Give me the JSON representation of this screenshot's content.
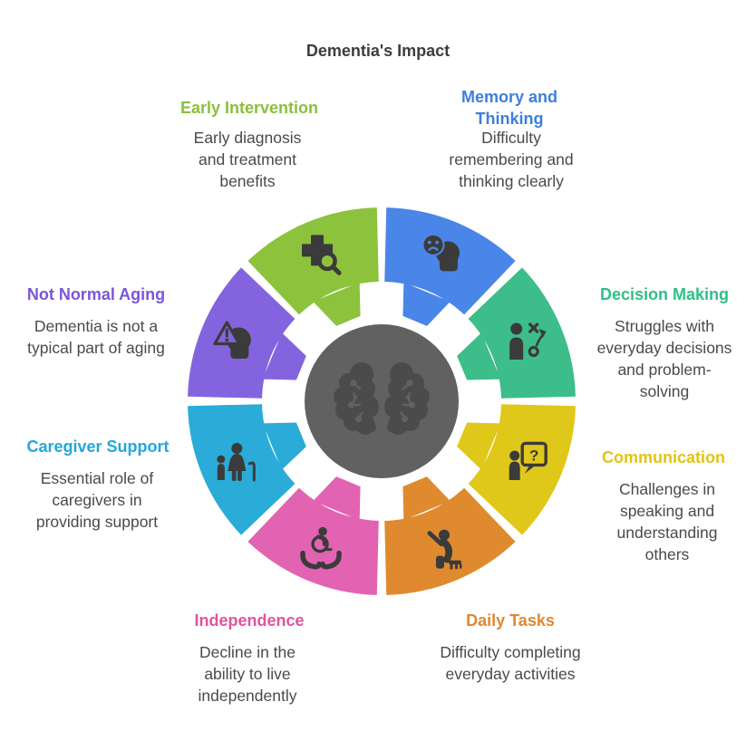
{
  "title": "Dementia's Impact",
  "colors": {
    "background": "#ffffff",
    "body_text": "#4d484b",
    "title_text": "#3e3c3f",
    "center_circle": "#616161",
    "brain_icon": "#4b4b4b",
    "segment_icon": "#3b3b3b"
  },
  "center": {
    "icon": "brain-icon"
  },
  "segments": [
    {
      "id": "memory-thinking",
      "label": "Memory and Thinking",
      "description": "Difficulty remembering and thinking clearly",
      "color": "#4a86e8",
      "label_color": "#3d7edc",
      "icon": "sad-face-head-icon"
    },
    {
      "id": "decision-making",
      "label": "Decision Making",
      "description": "Struggles with everyday decisions and problem-solving",
      "color": "#3dbd8a",
      "label_color": "#2fbf87",
      "icon": "strategy-person-icon"
    },
    {
      "id": "communication",
      "label": "Communication",
      "description": "Challenges in speaking and understanding others",
      "color": "#e0c81b",
      "label_color": "#e2c414",
      "icon": "question-bubble-person-icon"
    },
    {
      "id": "daily-tasks",
      "label": "Daily Tasks",
      "description": "Difficulty completing everyday activities",
      "color": "#e08a30",
      "label_color": "#e0872e",
      "icon": "household-task-person-icon"
    },
    {
      "id": "independence",
      "label": "Independence",
      "description": "Decline in the ability to live independently",
      "color": "#e263b2",
      "label_color": "#df549e",
      "icon": "hands-wheelchair-icon"
    },
    {
      "id": "caregiver-support",
      "label": "Caregiver Support",
      "description": "Essential role of caregivers in providing support",
      "color": "#2aabd8",
      "label_color": "#22a7db",
      "icon": "caregiver-family-icon"
    },
    {
      "id": "not-normal-aging",
      "label": "Not Normal Aging",
      "description": "Dementia is not a typical part of aging",
      "color": "#8464de",
      "label_color": "#7b55dc",
      "icon": "warning-head-icon"
    },
    {
      "id": "early-intervention",
      "label": "Early Intervention",
      "description": "Early diagnosis and treatment benefits",
      "color": "#8dc23d",
      "label_color": "#8cbe3b",
      "icon": "diagnosis-magnifier-icon"
    }
  ]
}
